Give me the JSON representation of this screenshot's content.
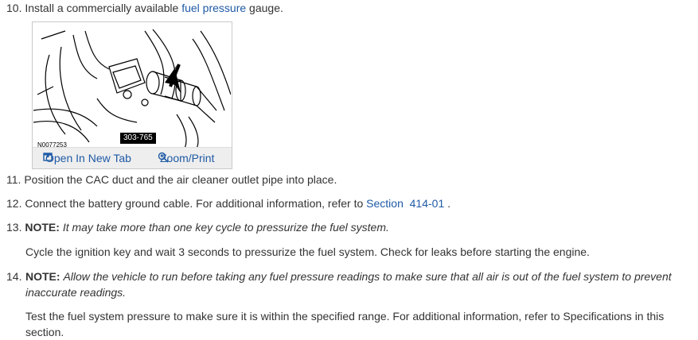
{
  "steps": [
    {
      "num": "10.",
      "text_before": "Install a commercially available ",
      "link": "fuel pressure",
      "text_after": " gauge."
    },
    {
      "num": "11.",
      "text": "Position the CAC duct and the air cleaner outlet pipe into place."
    },
    {
      "num": "12.",
      "text_before": "Connect the battery ground cable. For additional information, refer to ",
      "link": "Section  414-01",
      "text_after": " ."
    },
    {
      "num": "13.",
      "note_label": "NOTE:",
      "note_text": "It may take more than one key cycle to pressurize the fuel system.",
      "body": "Cycle the ignition key and wait 3 seconds to pressurize the fuel system. Check for leaks before starting the engine."
    },
    {
      "num": "14.",
      "note_label": "NOTE:",
      "note_text": "Allow the vehicle to run before taking any fuel pressure readings to make sure that all air is out of the fuel system to prevent inaccurate readings.",
      "body": "Test the fuel system pressure to make sure it is within the specified range. For additional information, refer to Specifications in this section."
    }
  ],
  "figure": {
    "id": "N0077253",
    "tag": "303-765",
    "open_label": "Open In New Tab",
    "zoom_label": "Zoom/Print",
    "open_icon": "open-in-new-tab-icon",
    "zoom_icon": "magnifier-icon"
  },
  "colors": {
    "link": "#1f5aa6",
    "text": "#333333",
    "bar": "#eeeeee"
  }
}
